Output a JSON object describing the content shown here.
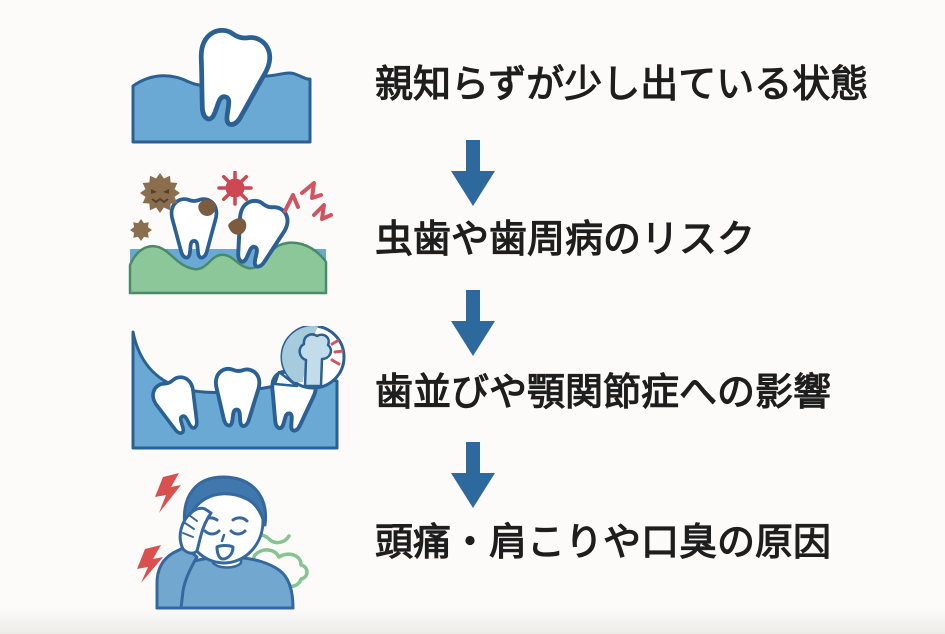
{
  "flow": {
    "steps": [
      {
        "id": "wisdom-tooth-erupting",
        "label": "親知らずが少し出ている状態",
        "illustration": "partially-erupted-wisdom-tooth-icon"
      },
      {
        "id": "decay-risk",
        "label": "虫歯や歯周病のリスク",
        "illustration": "decayed-teeth-with-bacteria-icon"
      },
      {
        "id": "alignment-tmj",
        "label": "歯並びや顎関節症への影響",
        "illustration": "crowded-teeth-jaw-joint-icon"
      },
      {
        "id": "headache-bad-breath",
        "label": "頭痛・肩こりや口臭の原因",
        "illustration": "man-headache-bad-breath-icon"
      }
    ],
    "connector": "down-arrow-icon"
  },
  "colors": {
    "background": "#fcfbf9",
    "text": "#1e1e1e",
    "arrow_blue": "#2e699e",
    "gum_blue": "#6aa9d3",
    "outline_blue": "#2b6094",
    "gum_green": "#8cc79a",
    "gum_green_outline": "#4a8a68",
    "germ_brown": "#8b6e4e",
    "germ_face_brown": "#54412c",
    "cavity_brown": "#7b5c3e",
    "alert_red": "#cc4853",
    "pain_red": "#d05560",
    "bolt_red": "#d9504f",
    "hair_blue": "#4077ad",
    "shirt_blue": "#72a7cf",
    "person_outline": "#35689f",
    "breath_green": "#84c491",
    "tmj_light_blue": "#a5cbdd",
    "bone_blue": "#c2dcea"
  }
}
